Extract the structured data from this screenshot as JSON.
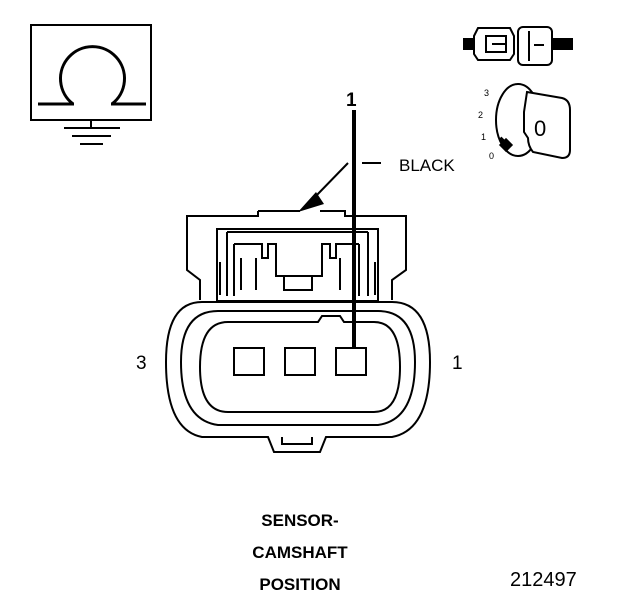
{
  "callout": {
    "number": "1",
    "wire_color": "BLACK"
  },
  "pins": {
    "left": "3",
    "right": "1"
  },
  "key_scale": [
    "3",
    "2",
    "1",
    "0"
  ],
  "key_letter": "0",
  "caption": [
    "SENSOR-",
    "CAMSHAFT",
    "POSITION"
  ],
  "figure_number": "212497",
  "icons": {
    "ohm_meter": "ohmmeter-ground-icon",
    "connector": "connector-side-icon",
    "key": "ignition-key-icon"
  }
}
